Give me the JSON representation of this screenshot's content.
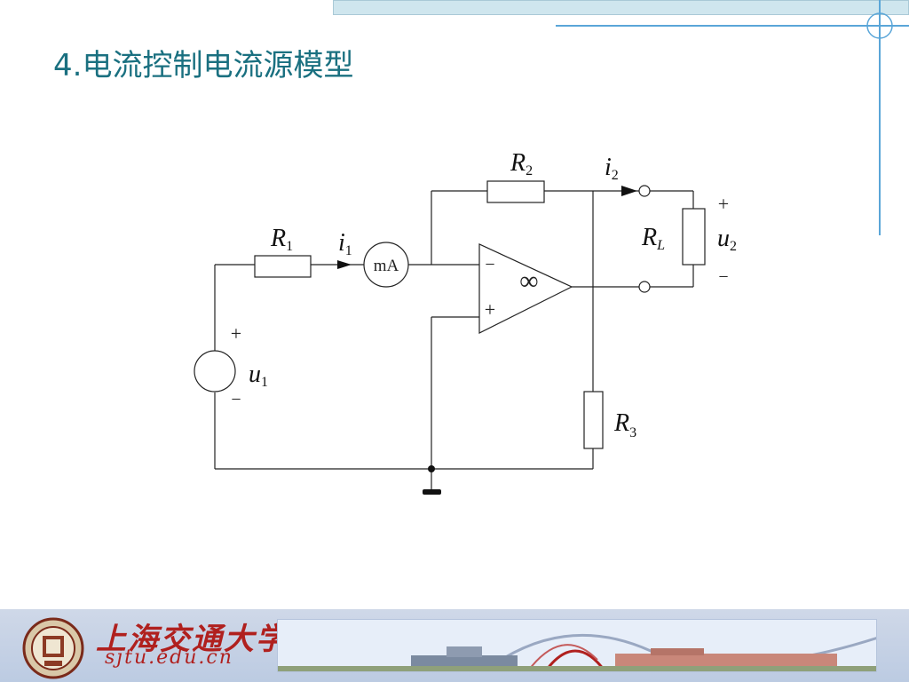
{
  "slide": {
    "title": "4.电流控制电流源模型"
  },
  "circuit": {
    "labels": {
      "R1": "R",
      "R1_sub": "1",
      "R2": "R",
      "R2_sub": "2",
      "R3": "R",
      "R3_sub": "3",
      "RL": "R",
      "RL_sub": "L",
      "i1": "i",
      "i1_sub": "1",
      "i2": "i",
      "i2_sub": "2",
      "u1": "u",
      "u1_sub": "1",
      "u2": "u",
      "u2_sub": "2",
      "meter": "mA",
      "infinity": "∞",
      "opamp_minus": "−",
      "opamp_plus": "+",
      "u1_plus": "+",
      "u1_minus": "−",
      "u2_plus": "+",
      "u2_minus": "−"
    }
  },
  "footer": {
    "university_name": "上海交通大学",
    "university_url": "sjtu.edu.cn"
  },
  "colors": {
    "title": "#1a7080",
    "accent_line": "#5aa6d8",
    "footer_bg": "#c4d1e6",
    "brand_red": "#b0201e"
  }
}
